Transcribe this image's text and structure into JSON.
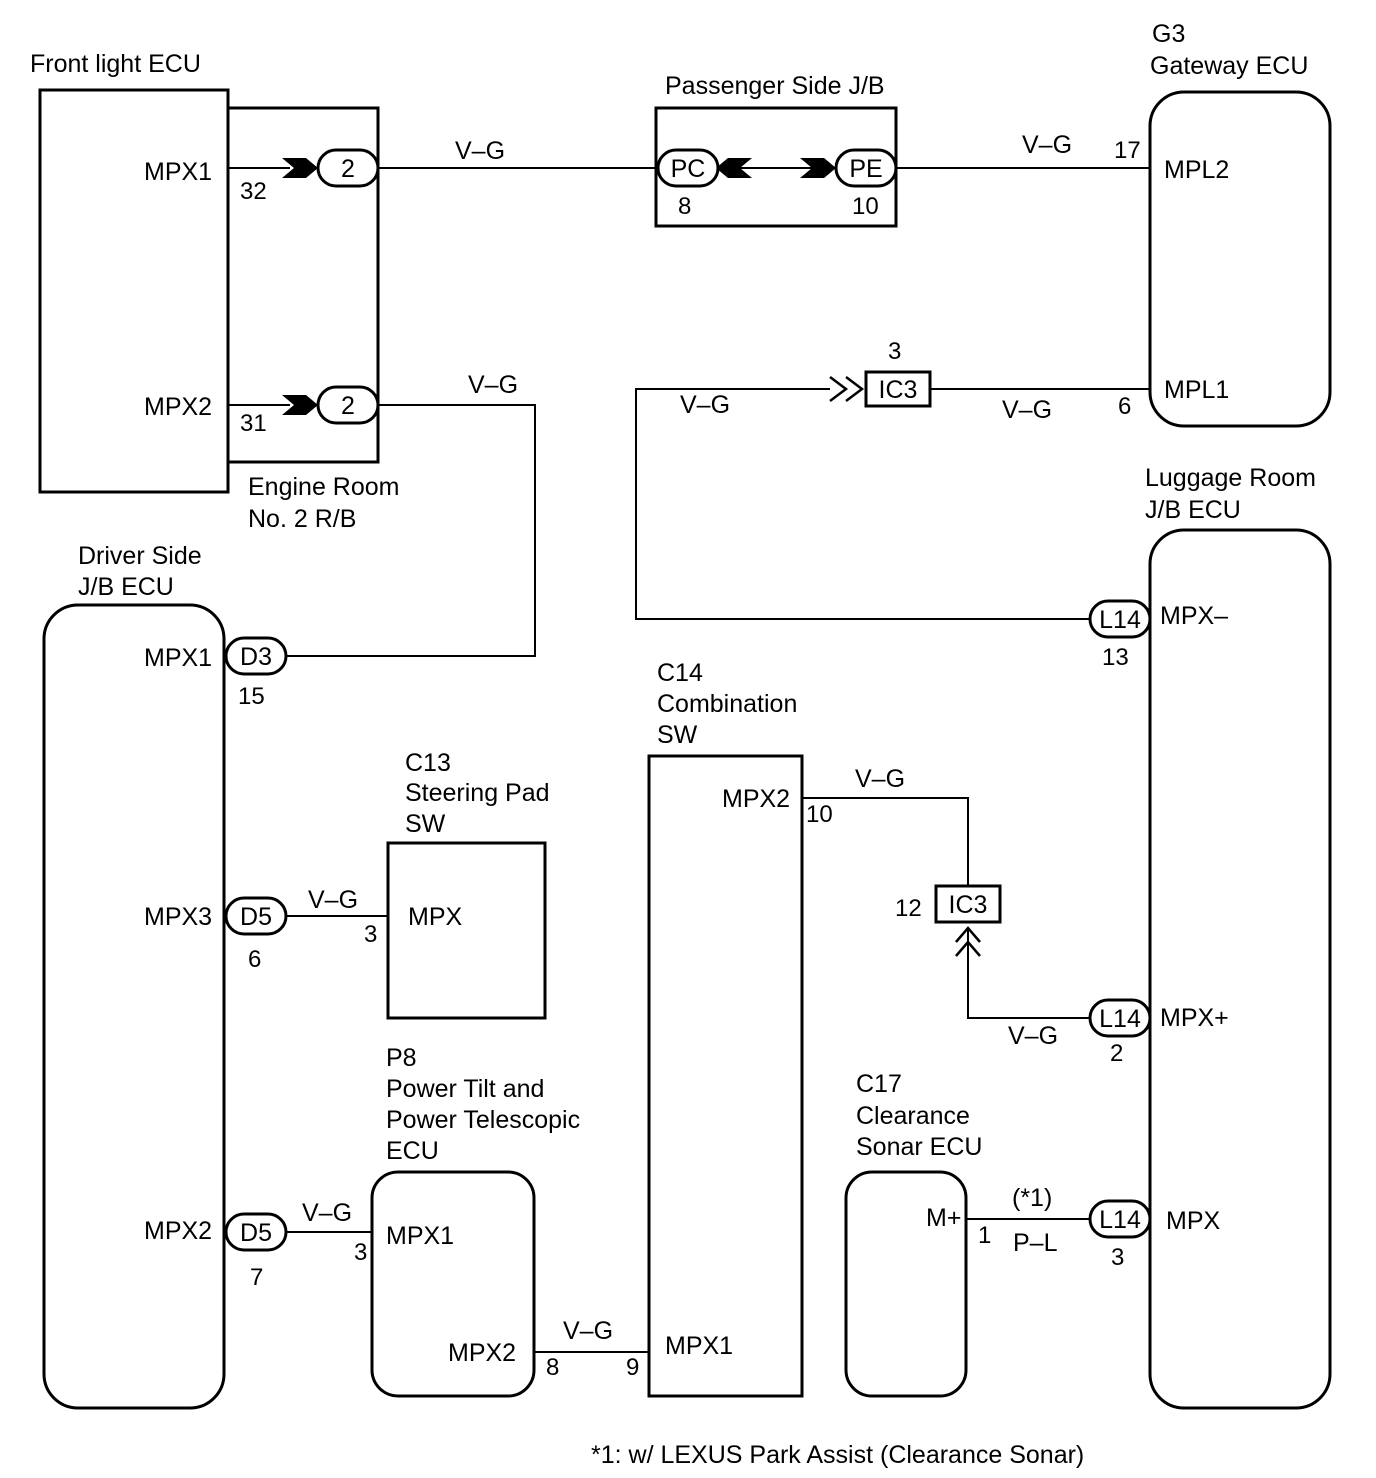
{
  "components": {
    "front_light_ecu": {
      "title": "Front light ECU",
      "pins": {
        "mpx1": "MPX1",
        "mpx2": "MPX2"
      }
    },
    "engine_room_rb": {
      "title_line1": "Engine Room",
      "title_line2": "No. 2 R/B"
    },
    "passenger_jb": {
      "title": "Passenger Side J/B"
    },
    "gateway_ecu": {
      "code": "G3",
      "title": "Gateway ECU",
      "pins": {
        "mpl2": "MPL2",
        "mpl1": "MPL1"
      }
    },
    "driver_jb_ecu": {
      "title_line1": "Driver Side",
      "title_line2": "J/B ECU",
      "pins": {
        "mpx1": "MPX1",
        "mpx3": "MPX3",
        "mpx2": "MPX2"
      }
    },
    "luggage_jb_ecu": {
      "title_line1": "Luggage Room",
      "title_line2": "J/B ECU",
      "pins": {
        "mpx_minus": "MPX–",
        "mpx_plus": "MPX+",
        "mpx": "MPX"
      }
    },
    "steering_pad_sw": {
      "code": "C13",
      "title_line1": "Steering Pad",
      "title_line2": "SW",
      "pins": {
        "mpx": "MPX"
      }
    },
    "combination_sw": {
      "code": "C14",
      "title_line1": "Combination",
      "title_line2": "SW",
      "pins": {
        "mpx2": "MPX2",
        "mpx1": "MPX1"
      }
    },
    "power_tilt_ecu": {
      "code": "P8",
      "title_line1": "Power Tilt and",
      "title_line2": "Power Telescopic",
      "title_line3": "ECU",
      "pins": {
        "mpx1": "MPX1",
        "mpx2": "MPX2"
      }
    },
    "clearance_sonar_ecu": {
      "code": "C17",
      "title_line1": "Clearance",
      "title_line2": "Sonar ECU",
      "pins": {
        "m_plus": "M+"
      }
    }
  },
  "connectors": {
    "er_2_top": "2",
    "er_2_bottom": "2",
    "pc": "PC",
    "pe": "PE",
    "ic3_top": "IC3",
    "ic3_mid": "IC3",
    "d3": "D3",
    "d5_mid": "D5",
    "d5_bottom": "D5",
    "l14_top": "L14",
    "l14_mid": "L14",
    "l14_bottom": "L14"
  },
  "pin_numbers": {
    "flecu_mpx1": "32",
    "flecu_mpx2": "31",
    "pc": "8",
    "pe": "10",
    "gw_mpl2": "17",
    "gw_mpl1": "6",
    "ic3_top": "3",
    "l14_top": "13",
    "d3": "15",
    "d5_mid": "6",
    "c13_mpx": "3",
    "c14_mpx2": "10",
    "ic3_mid": "12",
    "l14_mid": "2",
    "d5_bottom": "7",
    "p8_mpx1": "3",
    "p8_mpx2": "8",
    "c14_mpx1": "9",
    "c17_m_plus": "1",
    "l14_bottom": "3"
  },
  "wire_colors": {
    "fl_to_pc": "V–G",
    "pe_to_gw": "V–G",
    "er_to_d3": "V–G",
    "ic3_left": "V–G",
    "ic3_right": "V–G",
    "d5_to_c13": "V–G",
    "c14_to_ic3": "V–G",
    "ic3_to_l14": "V–G",
    "d5_to_p8": "V–G",
    "p8_to_c14": "V–G",
    "c17_to_l14": "P–L",
    "c17_note": "(*1)"
  },
  "footnote": "*1: w/ LEXUS Park Assist (Clearance Sonar)"
}
